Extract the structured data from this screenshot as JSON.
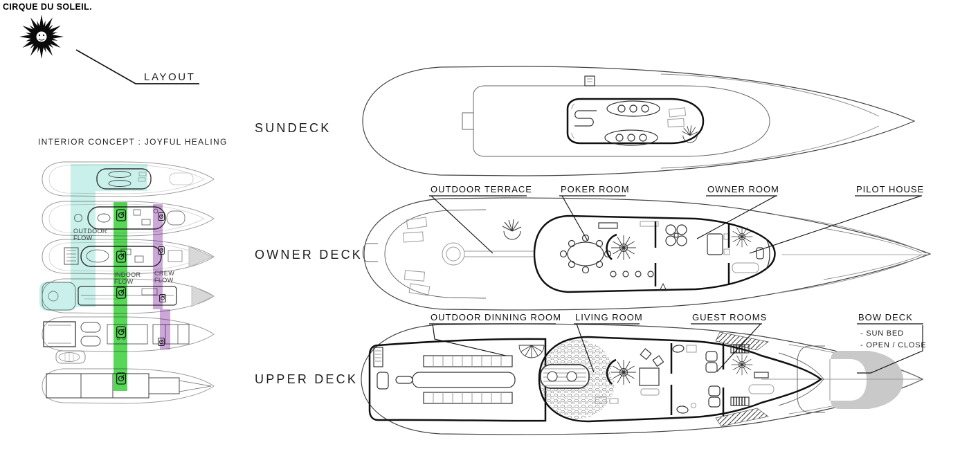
{
  "brand": {
    "wordmark": "CIRQUE DU SOLEIL.",
    "logo": "sunburst-icon"
  },
  "header": {
    "layout_label": "LAYOUT"
  },
  "concept": {
    "title": "INTERIOR CONCEPT : JOYFUL HEALING",
    "flows": [
      {
        "name": "outdoor-flow",
        "line1": "OUTDOOR",
        "line2": "FLOW",
        "color": "#c9f0ea"
      },
      {
        "name": "indoor-flow",
        "line1": "INDOOR",
        "line2": "FLOW",
        "color": "#58d658"
      },
      {
        "name": "crew-flow",
        "line1": "CREW",
        "line2": "FLOW",
        "color": "#cda6da"
      }
    ]
  },
  "decks": [
    {
      "title": "SUNDECK",
      "labels": []
    },
    {
      "title": "OWNER DECK",
      "labels": [
        "OUTDOOR TERRACE",
        "POKER ROOM",
        "OWNER ROOM",
        "PILOT HOUSE"
      ]
    },
    {
      "title": "UPPER DECK",
      "labels": [
        "OUTDOOR DINNING ROOM",
        "LIVING ROOM",
        "GUEST ROOMS",
        "BOW DECK"
      ],
      "bow_deck_notes": [
        "- SUN BED",
        "- OPEN / CLOSE"
      ]
    }
  ],
  "colors": {
    "bow_sunbed_gray": "#c9c9c9"
  }
}
